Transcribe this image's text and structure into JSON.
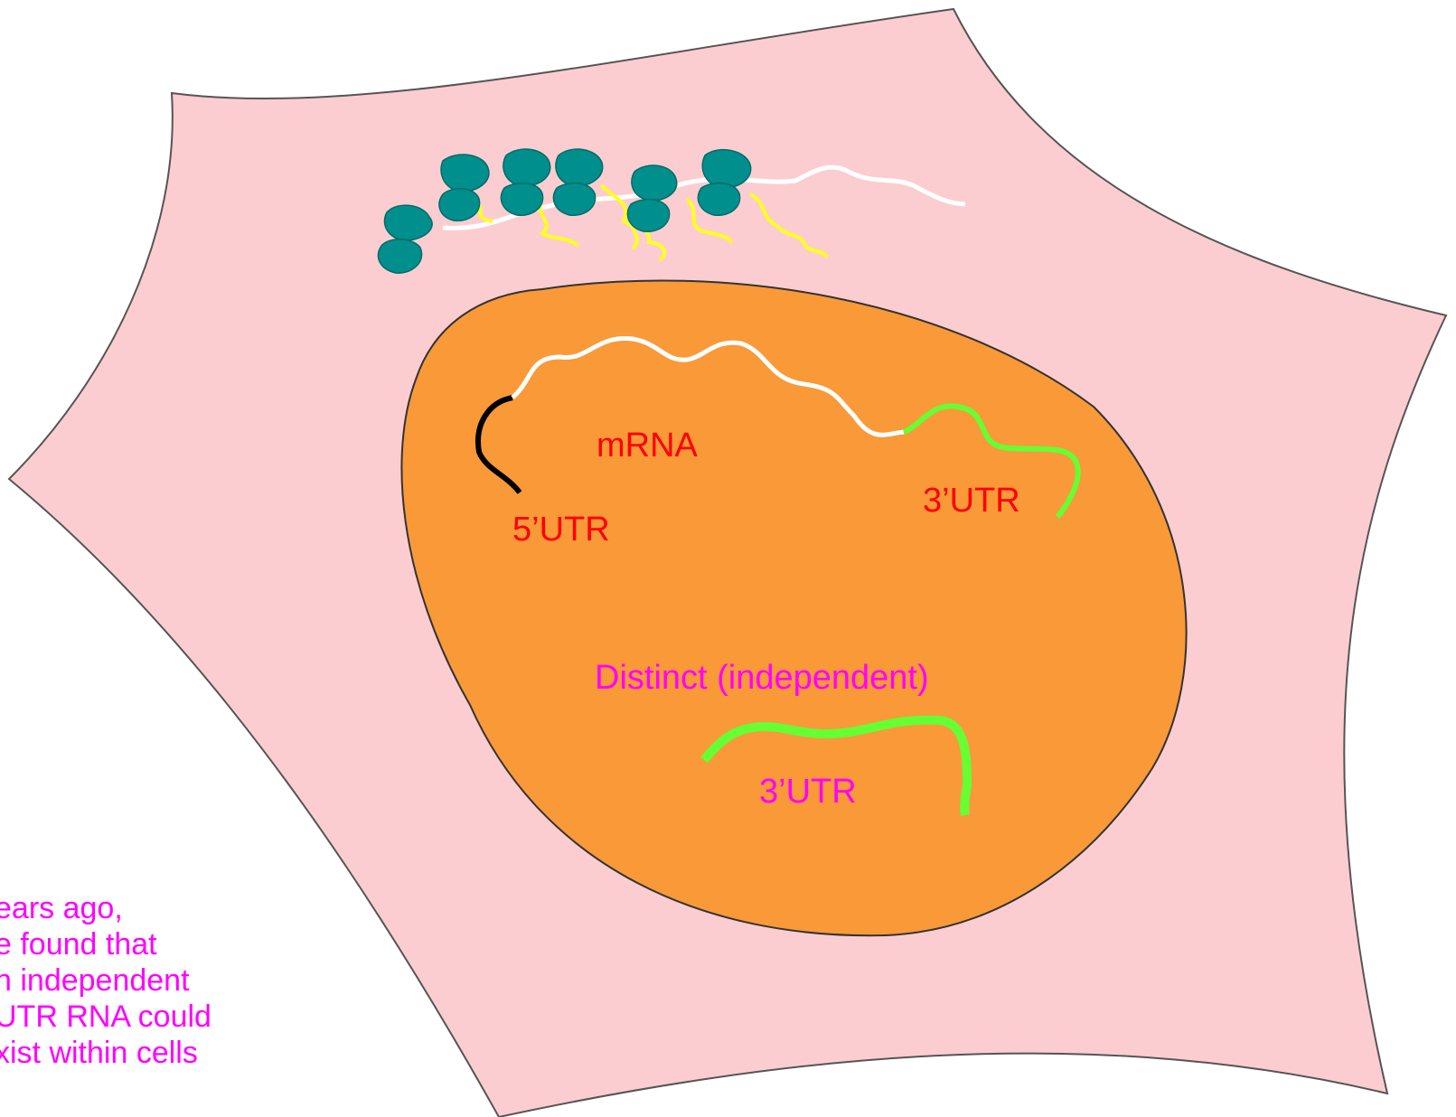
{
  "colors": {
    "cell_fill": "#fccdd0",
    "nucleus_fill": "#f99938",
    "ribosome": "#008f8c",
    "peptide": "#ffff20",
    "utr3": "#66ff33",
    "utr5": "#000000",
    "red_label": "#ff0000",
    "magenta_label": "#ff00ff"
  },
  "labels": {
    "mrna": "mRNA",
    "utr5": "5’UTR",
    "utr3": "3’UTR",
    "distinct": "Distinct (independent)",
    "distinct_utr3": "3’UTR"
  },
  "note_lines": [
    "ears ago,",
    "e found that",
    "n independent",
    " UTR RNA could",
    "xist within cells"
  ]
}
